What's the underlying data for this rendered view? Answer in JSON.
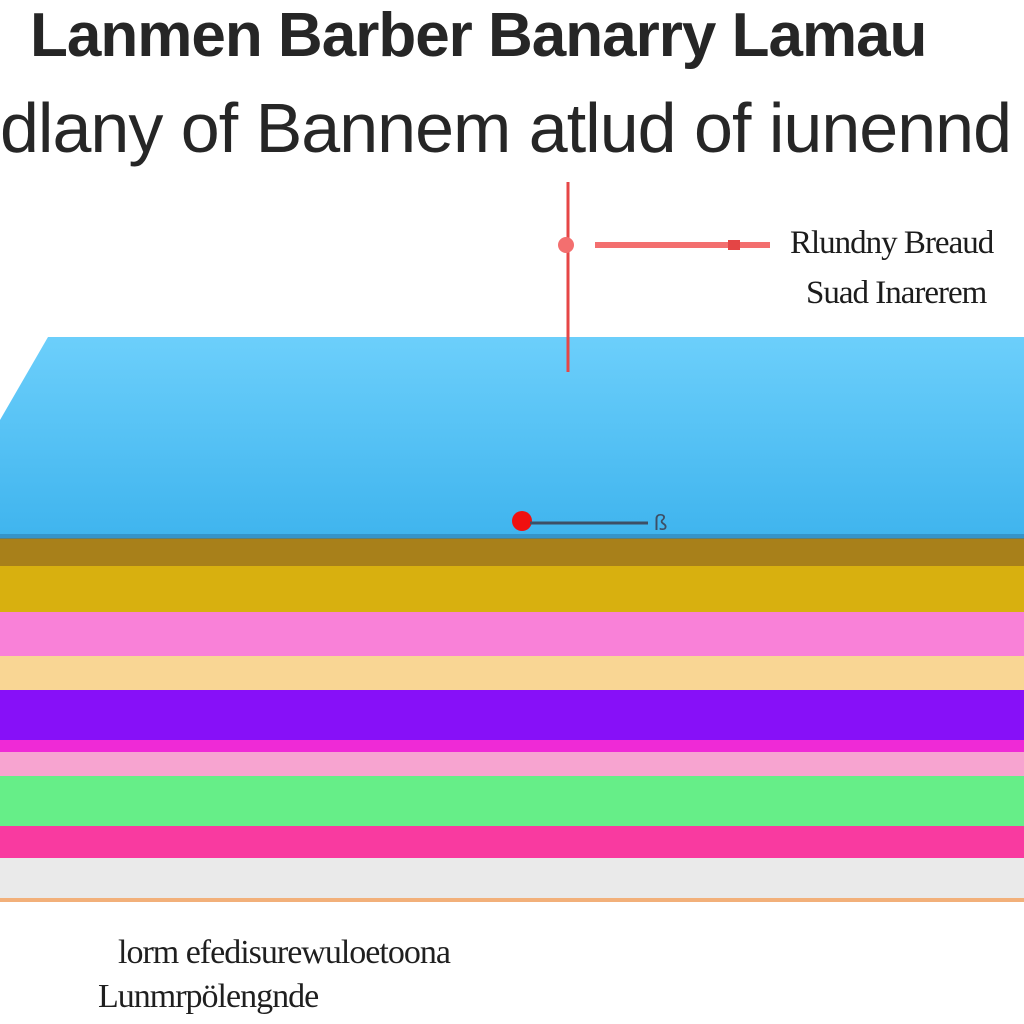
{
  "title": {
    "line1": "Lanmen Barber Banarry Lamau",
    "line2": "dlany of Bannem atlud of iunennd"
  },
  "legend": {
    "items": [
      {
        "label": "Rlundny Breaud",
        "color": "#f36f6f"
      },
      {
        "label": "Suad Inarerem",
        "color": "#e8e8e8"
      }
    ]
  },
  "layers": [
    {
      "name": "top-slab",
      "color": "#55c5f5"
    },
    {
      "name": "brown-band",
      "color": "#a8801a"
    },
    {
      "name": "yellow-band",
      "color": "#d8b00f"
    },
    {
      "name": "pink-band",
      "color": "#f981d8"
    },
    {
      "name": "peach-band",
      "color": "#f9d694"
    },
    {
      "name": "purple-band",
      "color": "#8710f8"
    },
    {
      "name": "magenta-band",
      "color": "#ef2ad6"
    },
    {
      "name": "light-pink-band",
      "color": "#f7a4d0"
    },
    {
      "name": "green-band",
      "color": "#66ee88"
    },
    {
      "name": "hot-pink-band",
      "color": "#f93aa0"
    },
    {
      "name": "grey-band",
      "color": "#eaeaea"
    }
  ],
  "markers": {
    "slab_marker_label": "ß"
  },
  "footer": {
    "line1": "lorm efedisurewuloetoona",
    "line2": "Lunmrpölengnde"
  }
}
